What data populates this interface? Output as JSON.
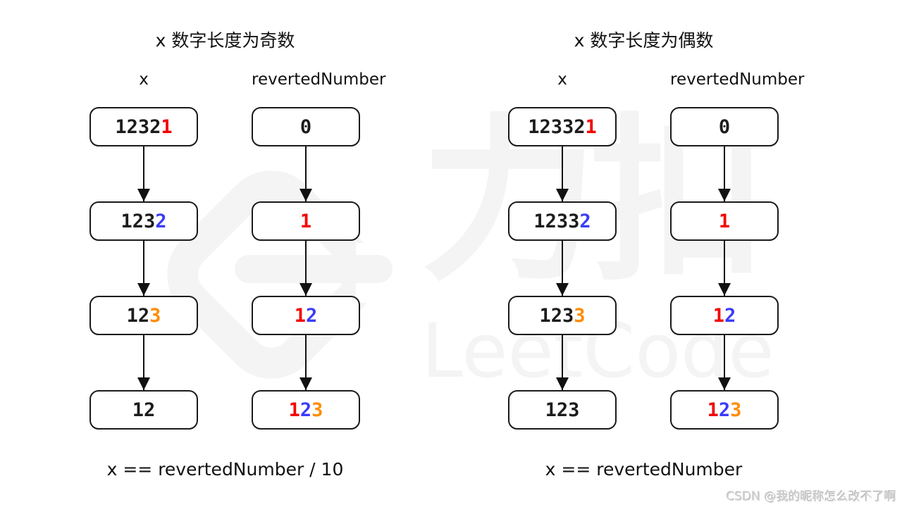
{
  "colors": {
    "black": "#1c1c1c",
    "red": "#f40000",
    "blue": "#3b3bfa",
    "orange": "#ff8c00",
    "watermark": "#f4f4f4"
  },
  "watermark": {
    "cn": "力扣",
    "en": "LeetCode"
  },
  "credit": {
    "text": "CSDN @我的昵称怎么改不了啊"
  },
  "panels": [
    {
      "title": "x 数字长度为奇数",
      "formula": "x == revertedNumber / 10",
      "columns": [
        {
          "header": "x",
          "boxes": [
            [
              {
                "t": "1232",
                "c": "black"
              },
              {
                "t": "1",
                "c": "red"
              }
            ],
            [
              {
                "t": "123",
                "c": "black"
              },
              {
                "t": "2",
                "c": "blue"
              }
            ],
            [
              {
                "t": "12",
                "c": "black"
              },
              {
                "t": "3",
                "c": "orange"
              }
            ],
            [
              {
                "t": "12",
                "c": "black"
              }
            ]
          ]
        },
        {
          "header": "revertedNumber",
          "boxes": [
            [
              {
                "t": "0",
                "c": "black"
              }
            ],
            [
              {
                "t": "1",
                "c": "red"
              }
            ],
            [
              {
                "t": "1",
                "c": "red"
              },
              {
                "t": "2",
                "c": "blue"
              }
            ],
            [
              {
                "t": "1",
                "c": "red"
              },
              {
                "t": "2",
                "c": "blue"
              },
              {
                "t": "3",
                "c": "orange"
              }
            ]
          ]
        }
      ]
    },
    {
      "title": "x 数字长度为偶数",
      "formula": "x == revertedNumber",
      "columns": [
        {
          "header": "x",
          "boxes": [
            [
              {
                "t": "12332",
                "c": "black"
              },
              {
                "t": "1",
                "c": "red"
              }
            ],
            [
              {
                "t": "1233",
                "c": "black"
              },
              {
                "t": "2",
                "c": "blue"
              }
            ],
            [
              {
                "t": "123",
                "c": "black"
              },
              {
                "t": "3",
                "c": "orange"
              }
            ],
            [
              {
                "t": "123",
                "c": "black"
              }
            ]
          ]
        },
        {
          "header": "revertedNumber",
          "boxes": [
            [
              {
                "t": "0",
                "c": "black"
              }
            ],
            [
              {
                "t": "1",
                "c": "red"
              }
            ],
            [
              {
                "t": "1",
                "c": "red"
              },
              {
                "t": "2",
                "c": "blue"
              }
            ],
            [
              {
                "t": "1",
                "c": "red"
              },
              {
                "t": "2",
                "c": "blue"
              },
              {
                "t": "3",
                "c": "orange"
              }
            ]
          ]
        }
      ]
    }
  ]
}
